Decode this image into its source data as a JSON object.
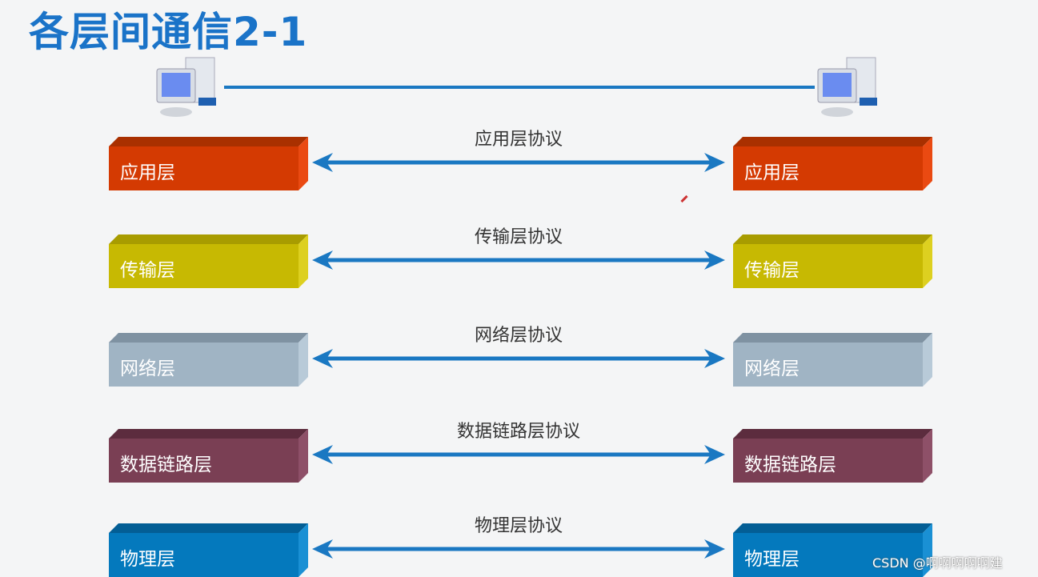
{
  "title": "各层间通信2-1",
  "layers": [
    {
      "name": "应用层",
      "protocol": "应用层协议",
      "color": "#d43a02",
      "top_color": "#a93000",
      "side_color": "#ea4a12"
    },
    {
      "name": "传输层",
      "protocol": "传输层协议",
      "color": "#c7b902",
      "top_color": "#a89c00",
      "side_color": "#ddd020"
    },
    {
      "name": "网络层",
      "protocol": "网络层协议",
      "color": "#a0b4c4",
      "top_color": "#7f92a2",
      "side_color": "#b8cad8"
    },
    {
      "name": "数据链路层",
      "protocol": "数据链路层协议",
      "color": "#7a3f54",
      "top_color": "#5c2c3e",
      "side_color": "#8e5068"
    },
    {
      "name": "物理层",
      "protocol": "物理层协议",
      "color": "#0479bd",
      "top_color": "#035e95",
      "side_color": "#1a90d4"
    }
  ],
  "watermark": "CSDN @啊啊啊啊啊建",
  "accent": "#1a78c2"
}
